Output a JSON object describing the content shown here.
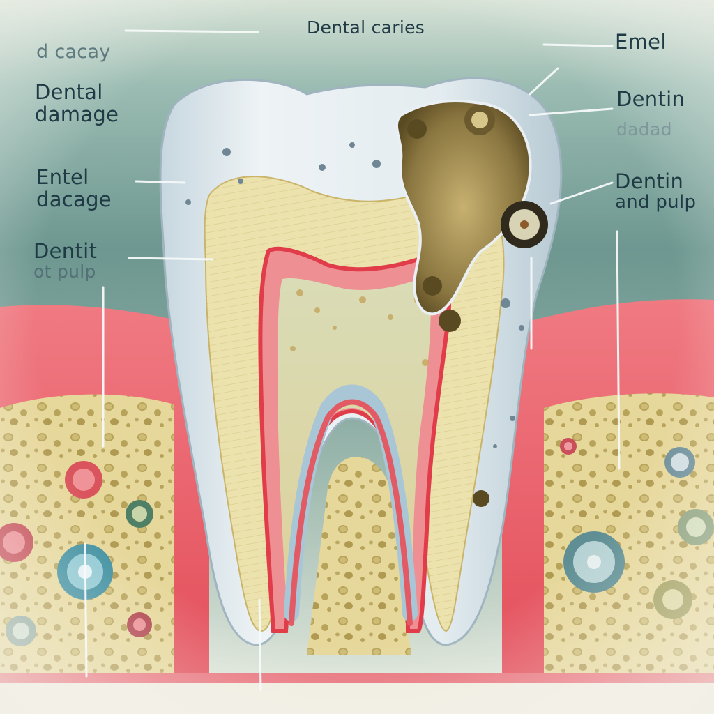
{
  "diagram": {
    "title": "Dental caries",
    "colors": {
      "background_top": "#5f8e87",
      "background_bottom": "#e7ebdf",
      "enamel": "#dfe9ef",
      "dentin": "#ece3b0",
      "pulp": "#e25a63",
      "gum": "#e8555f",
      "bone": "#e6d79a",
      "decay": "#6b5a2e",
      "label_text": "#1f3a44"
    },
    "labels": {
      "decay": "d cacay",
      "dental_damage_line1": "Dental",
      "dental_damage_line2": "damage",
      "entel_dacage_line1": "Entel",
      "entel_dacage_line2": "dacage",
      "dentit_pulp_line1": "Dentit",
      "dentit_pulp_line2": "ot pulp",
      "emel": "Emel",
      "dentin": "Dentin",
      "dentin_faded": "dadad",
      "dentin_pulp_line1": "Dentin",
      "dentin_pulp_line2": "and pulp"
    },
    "icons": {
      "bacteria": "bacteria-icon"
    }
  }
}
